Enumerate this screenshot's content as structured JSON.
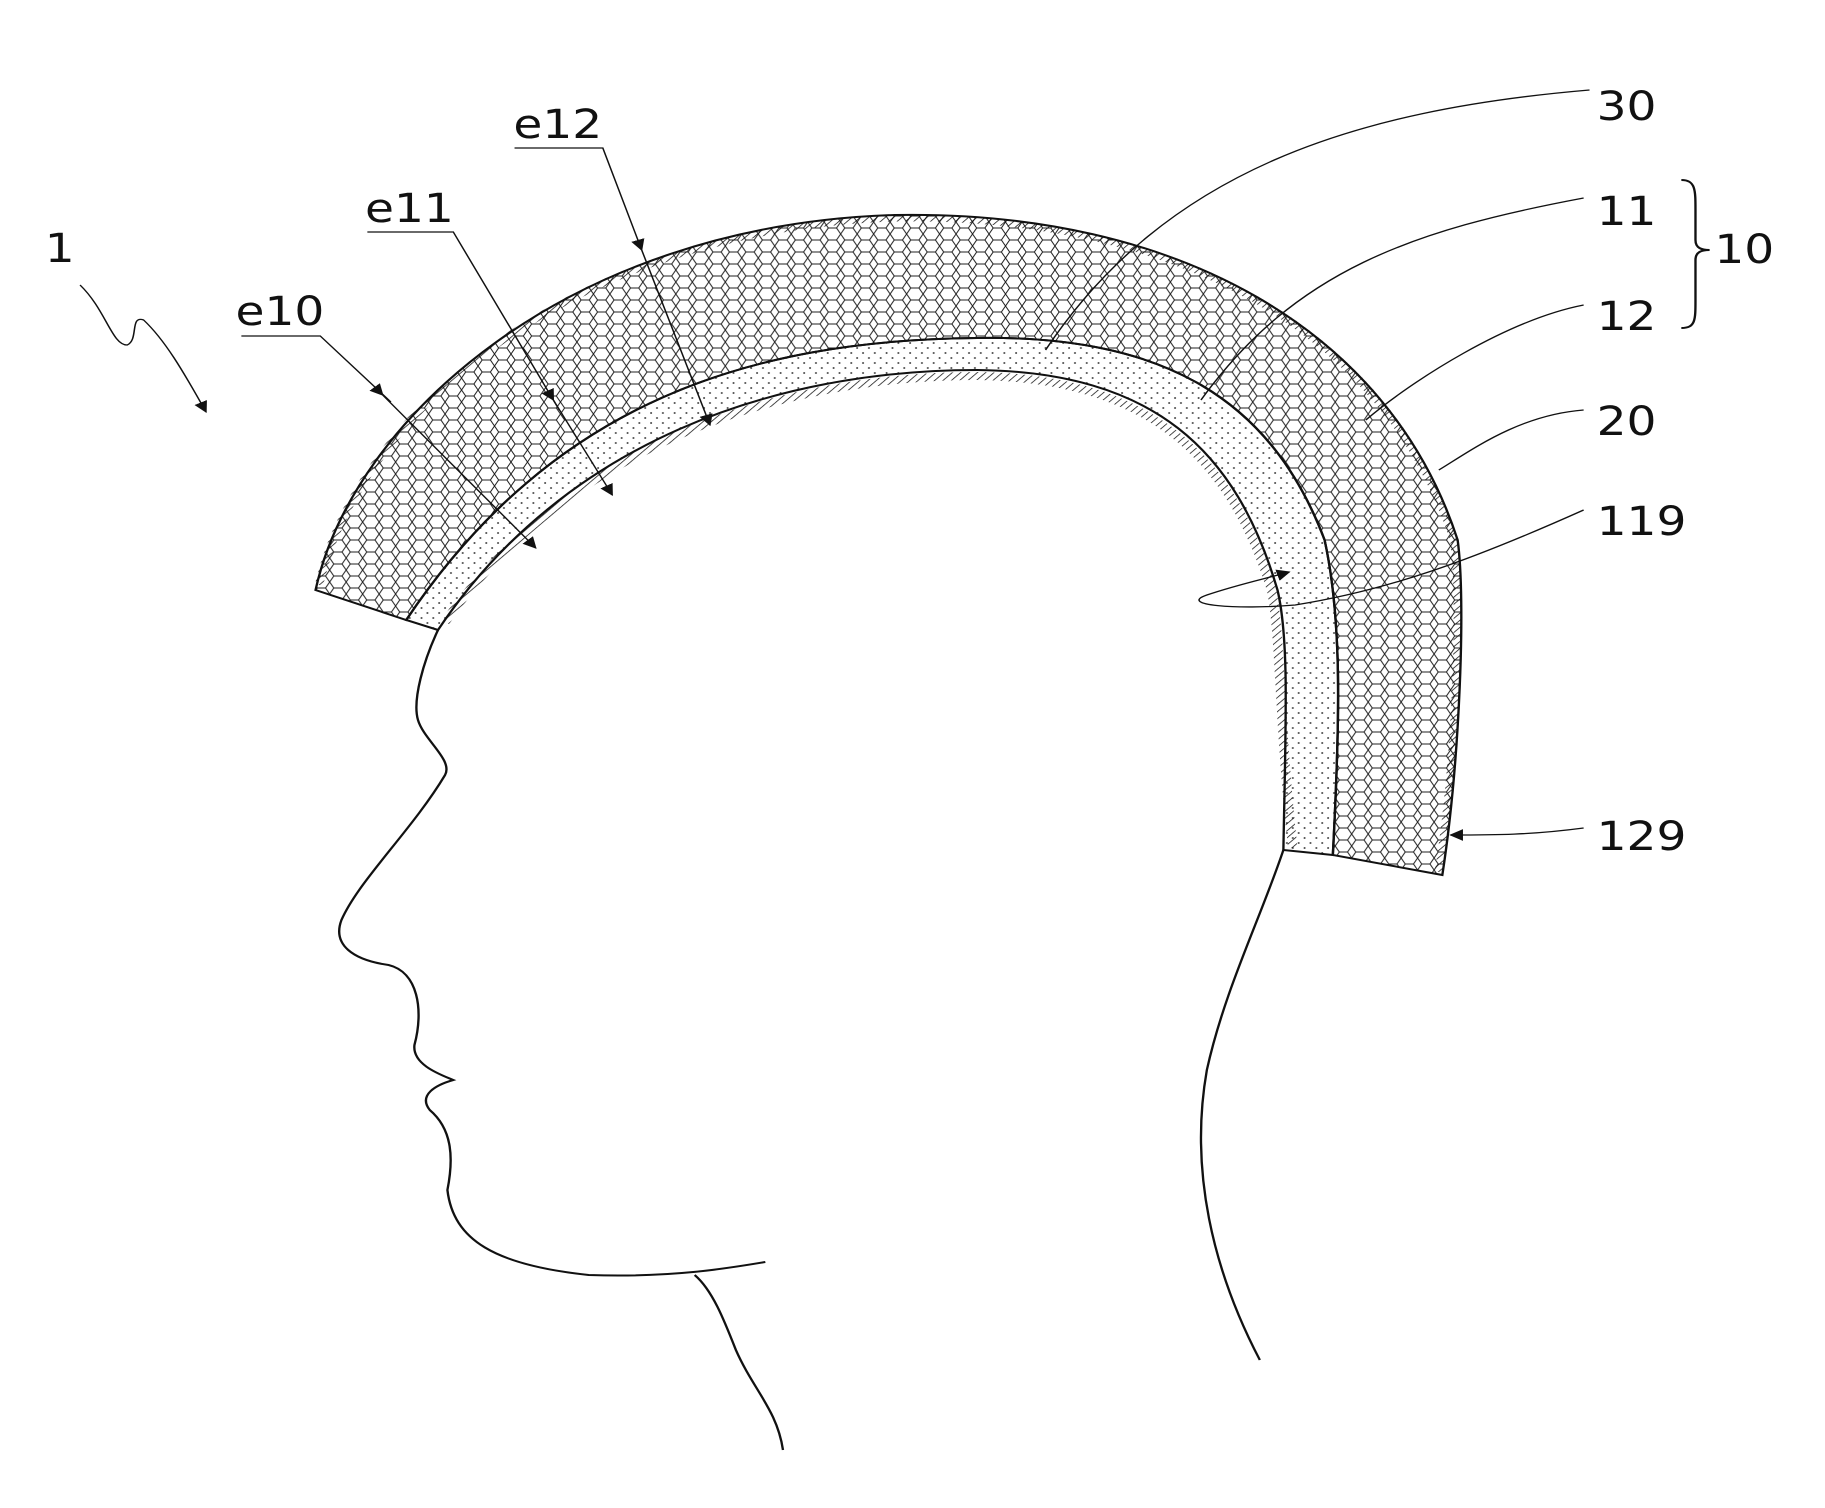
{
  "figure": {
    "labels": {
      "device": "1",
      "e10": "e10",
      "e11": "e11",
      "e12": "e12",
      "l30": "30",
      "l11": "11",
      "l10": "10",
      "l12": "12",
      "l20": "20",
      "l119": "119",
      "l129": "129"
    },
    "colors": {
      "ink": "#111111",
      "paper": "#ffffff"
    }
  }
}
